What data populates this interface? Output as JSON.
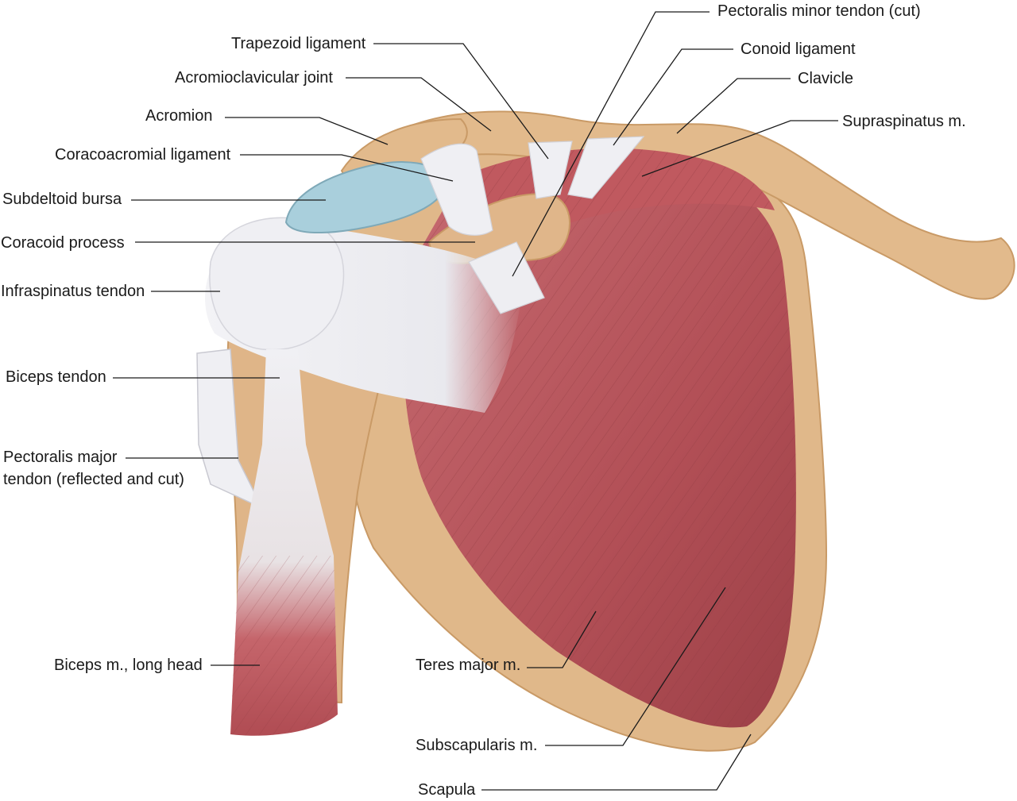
{
  "labels": {
    "pectoralis_minor_tendon": "Pectoralis minor tendon (cut)",
    "trapezoid_ligament": "Trapezoid ligament",
    "conoid_ligament": "Conoid ligament",
    "acromioclavicular_joint": "Acromioclavicular joint",
    "clavicle": "Clavicle",
    "acromion": "Acromion",
    "supraspinatus": "Supraspinatus m.",
    "coracoacromial_ligament": "Coracoacromial ligament",
    "subdeltoid_bursa": "Subdeltoid bursa",
    "coracoid_process": "Coracoid process",
    "infraspinatus_tendon": "Infraspinatus tendon",
    "biceps_tendon": "Biceps tendon",
    "pectoralis_major_tendon_line1": "Pectoralis major",
    "pectoralis_major_tendon_line2": "tendon (reflected and cut)",
    "biceps_long_head": "Biceps m., long head",
    "teres_major": "Teres major m.",
    "subscapularis": "Subscapularis m.",
    "scapula": "Scapula"
  },
  "colors": {
    "bone": "#e0b88a",
    "bone_edge": "#c99a66",
    "muscle": "#b8545a",
    "muscle_dark": "#8f3a40",
    "tendon": "#eeeef2",
    "bursa": "#a9cfdc",
    "leader": "#1a1a1a"
  }
}
